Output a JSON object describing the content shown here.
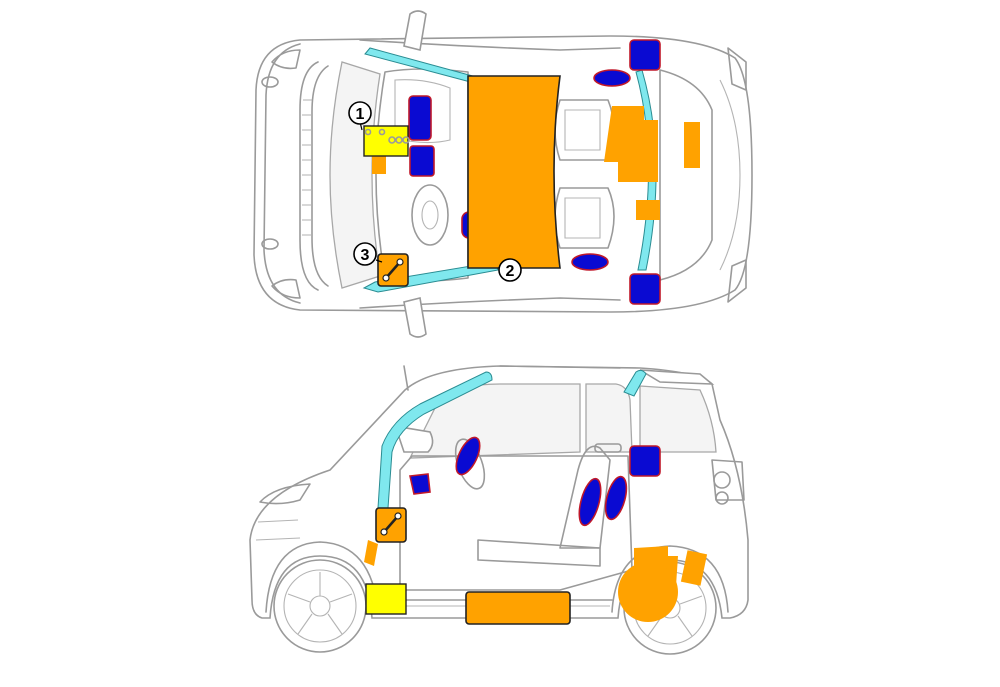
{
  "colors": {
    "reinforcement": "#7fe8ee",
    "reinforcement_edge": "#2a8c92",
    "airbag": "#0a0ad2",
    "airbag_edge": "#c0182a",
    "control": "#ffa200",
    "control_edge": "#222222",
    "battery": "#ffff00",
    "outline": "#9a9a9a"
  },
  "callouts": [
    {
      "label": "1"
    },
    {
      "label": "2"
    },
    {
      "label": "3"
    }
  ]
}
